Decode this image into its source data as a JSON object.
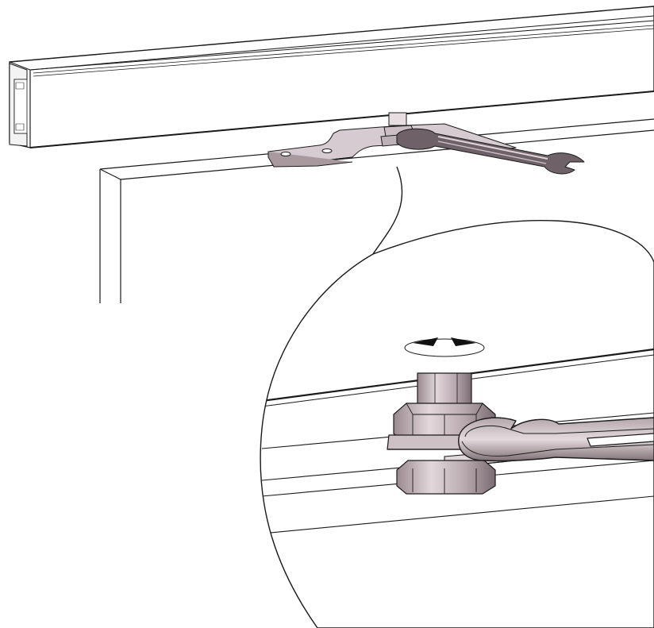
{
  "diagram": {
    "parts": [
      {
        "id": "top-rail",
        "icon": "aluminium-track-profile"
      },
      {
        "id": "door-panel",
        "icon": "door-leaf"
      },
      {
        "id": "hanger-bracket",
        "icon": "mounting-bracket"
      },
      {
        "id": "adjustment-nut",
        "icon": "hex-nut"
      },
      {
        "id": "wrench",
        "icon": "open-end-spanner"
      },
      {
        "id": "detail-callout",
        "icon": "zoom-bubble"
      },
      {
        "id": "rotation-indicator",
        "icon": "rotate-arrows"
      }
    ],
    "colors": {
      "line": "#1a1a1a",
      "metal_light": "#d9cfd3",
      "metal_mid": "#b9aab0",
      "metal_dark": "#6e6268",
      "wrench_body": "#8a7e83",
      "background": "#ffffff"
    }
  }
}
